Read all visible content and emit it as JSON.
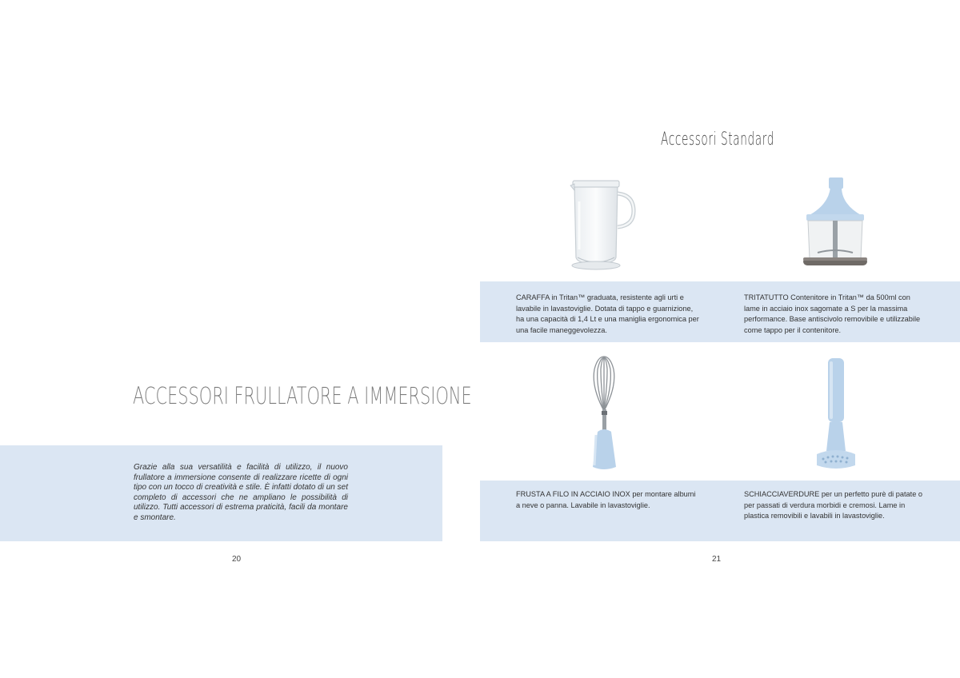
{
  "left_page": {
    "title": "ACCESSORI FRULLATORE A IMMERSIONE",
    "intro": "Grazie alla sua versatilità e facilità di utilizzo, il nuovo frullatore a immersione consente di realizzare ricette di ogni tipo con un tocco di creatività e stile. È infatti dotato di un set completo di accessori che ne ampliano le possibilità di utilizzo. Tutti accessori di estrema praticità, facili da montare e smontare.",
    "page_number": "20"
  },
  "right_page": {
    "title": "Accessori Standard",
    "page_number": "21",
    "items": [
      {
        "icon": "carafe-image",
        "description": "CARAFFA in Tritan™ graduata, resistente agli urti e lavabile in lavastoviglie. Dotata di tappo e guarnizione, ha una capacità di 1,4 Lt e una maniglia ergonomica per una facile maneggevolezza."
      },
      {
        "icon": "chopper-image",
        "description": "TRITATUTTO Contenitore in Tritan™ da 500ml con lame in acciaio inox sagomate a S per la massima performance. Base antiscivolo removibile e utilizzabile come tappo per il contenitore."
      },
      {
        "icon": "whisk-image",
        "description": "FRUSTA A FILO IN ACCIAIO INOX per montare albumi a neve o panna. Lavabile in lavastoviglie."
      },
      {
        "icon": "masher-image",
        "description": "SCHIACCIAVERDURE per un perfetto purè di patate o per passati di verdura morbidi e cremosi. Lame in plastica removibili e lavabili in lavastoviglie."
      }
    ]
  },
  "colors": {
    "band": "#dbe6f3",
    "product_blue": "#b9d2ea"
  }
}
